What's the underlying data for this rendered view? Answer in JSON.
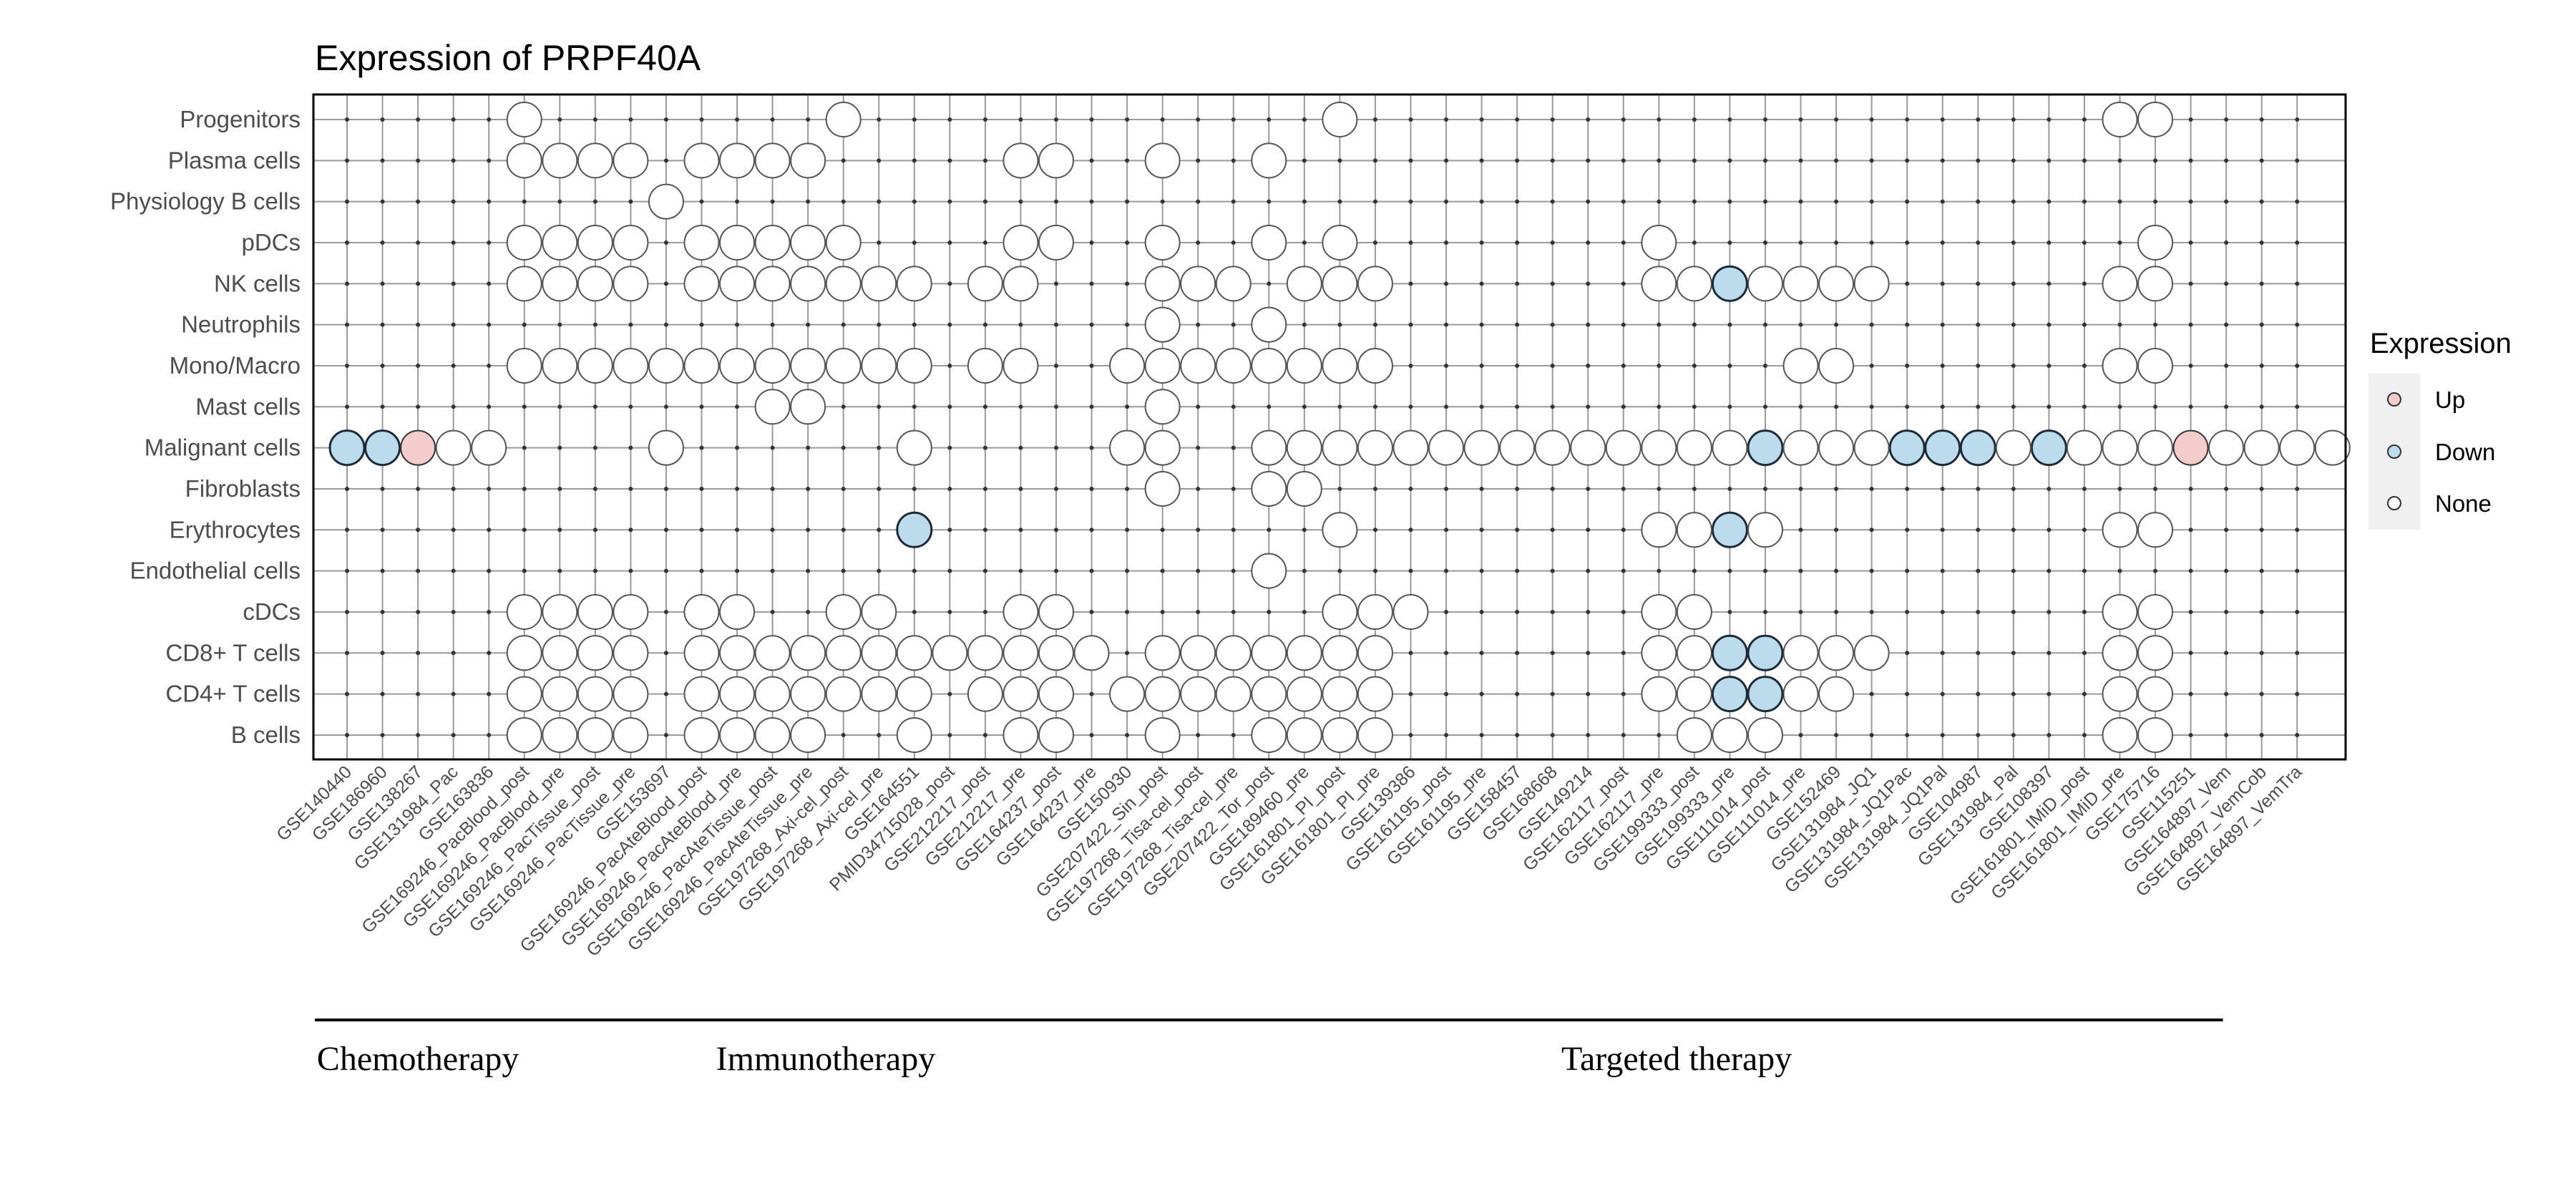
{
  "chart_data": {
    "type": "dot-matrix",
    "title": "Expression of PRPF40A",
    "legend": {
      "title": "Expression",
      "placement": "right",
      "items": [
        {
          "label": "Up",
          "color": "#f4cccc"
        },
        {
          "label": "Down",
          "color": "#bcdcee"
        },
        {
          "label": "None",
          "color": "#ffffff"
        }
      ]
    },
    "rows": [
      "B cells",
      "CD4+ T cells",
      "CD8+ T cells",
      "cDCs",
      "Endothelial cells",
      "Erythrocytes",
      "Fibroblasts",
      "Malignant cells",
      "Mast cells",
      "Mono/Macro",
      "Neutrophils",
      "NK cells",
      "pDCs",
      "Physiology B cells",
      "Plasma cells",
      "Progenitors"
    ],
    "columns": [
      "GSE140440",
      "GSE186960",
      "GSE138267",
      "GSE131984_Pac",
      "GSE163836",
      "GSE169246_PacBlood_post",
      "GSE169246_PacBlood_pre",
      "GSE169246_PacTissue_post",
      "GSE169246_PacTissue_pre",
      "GSE153697",
      "GSE169246_PacAteBlood_post",
      "GSE169246_PacAteBlood_pre",
      "GSE169246_PacAteTissue_post",
      "GSE169246_PacAteTissue_pre",
      "GSE197268_Axi-cel_post",
      "GSE197268_Axi-cel_pre",
      "GSE164551",
      "PMID34715028_post",
      "GSE212217_post",
      "GSE212217_pre",
      "GSE164237_post",
      "GSE164237_pre",
      "GSE150930",
      "GSE207422_Sin_post",
      "GSE197268_Tisa-cel_post",
      "GSE197268_Tisa-cel_pre",
      "GSE207422_Tor_post",
      "GSE189460_pre",
      "GSE161801_PI_post",
      "GSE161801_PI_pre",
      "GSE139386",
      "GSE161195_post",
      "GSE161195_pre",
      "GSE158457",
      "GSE168668",
      "GSE149214",
      "GSE162117_post",
      "GSE162117_pre",
      "GSE199333_post",
      "GSE199333_pre",
      "GSE111014_post",
      "GSE111014_pre",
      "GSE152469",
      "GSE131984_JQ1",
      "GSE131984_JQ1Pac",
      "GSE131984_JQ1Pal",
      "GSE104987",
      "GSE131984_Pal",
      "GSE108397",
      "GSE161801_IMiD_post",
      "GSE161801_IMiD_pre",
      "GSE175716",
      "GSE115251",
      "GSE164897_Vem",
      "GSE164897_VemCob",
      "GSE164897_VemTra"
    ],
    "groups": [
      {
        "label": "Chemotherapy",
        "from": 0,
        "to": 4
      },
      {
        "label": "Immunotherapy",
        "from": 5,
        "to": 22
      },
      {
        "label": "Targeted therapy",
        "from": 23,
        "to": 52
      }
    ],
    "cells": {
      "Progenitors": {
        "None": [
          5,
          14,
          28,
          50,
          51
        ]
      },
      "Plasma cells": {
        "None": [
          5,
          6,
          7,
          8,
          10,
          11,
          12,
          13,
          19,
          20,
          23,
          26
        ]
      },
      "Physiology B cells": {
        "None": [
          9
        ]
      },
      "pDCs": {
        "None": [
          5,
          6,
          7,
          8,
          10,
          11,
          12,
          13,
          14,
          19,
          20,
          23,
          26,
          28,
          37,
          51
        ]
      },
      "NK cells": {
        "None": [
          5,
          6,
          7,
          8,
          10,
          11,
          12,
          13,
          14,
          15,
          16,
          18,
          19,
          23,
          24,
          25,
          27,
          28,
          29,
          37,
          38,
          40,
          41,
          42,
          43,
          50,
          51
        ],
        "Down": [
          39
        ]
      },
      "Neutrophils": {
        "None": [
          23,
          26
        ]
      },
      "Mono/Macro": {
        "None": [
          5,
          6,
          7,
          8,
          9,
          10,
          11,
          12,
          13,
          14,
          15,
          16,
          18,
          19,
          22,
          23,
          24,
          25,
          26,
          27,
          28,
          29,
          41,
          42,
          50,
          51
        ]
      },
      "Mast cells": {
        "None": [
          12,
          13,
          23
        ]
      },
      "Malignant cells": {
        "Down": [
          0,
          1,
          40,
          44,
          45,
          46,
          48
        ],
        "Up": [
          2,
          52
        ],
        "None": [
          3,
          4,
          9,
          16,
          22,
          23,
          26,
          27,
          28,
          29,
          30,
          31,
          32,
          33,
          34,
          35,
          36,
          37,
          38,
          39,
          41,
          42,
          43,
          47,
          49,
          50,
          51,
          53,
          54,
          55,
          56
        ]
      },
      "Fibroblasts": {
        "None": [
          23,
          26,
          27
        ]
      },
      "Erythrocytes": {
        "Down": [
          16,
          39
        ],
        "None": [
          28,
          37,
          38,
          40,
          50,
          51
        ]
      },
      "Endothelial cells": {
        "None": [
          26
        ]
      },
      "cDCs": {
        "None": [
          5,
          6,
          7,
          8,
          10,
          11,
          14,
          15,
          19,
          20,
          28,
          29,
          30,
          37,
          38,
          50,
          51
        ]
      },
      "CD8+ T cells": {
        "None": [
          5,
          6,
          7,
          8,
          10,
          11,
          12,
          13,
          14,
          15,
          16,
          17,
          18,
          19,
          20,
          21,
          23,
          24,
          25,
          26,
          27,
          28,
          29,
          37,
          38,
          41,
          42,
          43,
          50,
          51
        ],
        "Down": [
          39,
          40
        ]
      },
      "CD4+ T cells": {
        "None": [
          5,
          6,
          7,
          8,
          10,
          11,
          12,
          13,
          14,
          15,
          16,
          18,
          19,
          20,
          22,
          23,
          24,
          25,
          26,
          27,
          28,
          29,
          37,
          38,
          41,
          42,
          50,
          51
        ],
        "Down": [
          39,
          40
        ]
      },
      "B cells": {
        "None": [
          5,
          6,
          7,
          8,
          10,
          11,
          12,
          13,
          16,
          19,
          20,
          23,
          26,
          27,
          28,
          29,
          38,
          39,
          40,
          50,
          51
        ]
      }
    },
    "grid": true
  }
}
